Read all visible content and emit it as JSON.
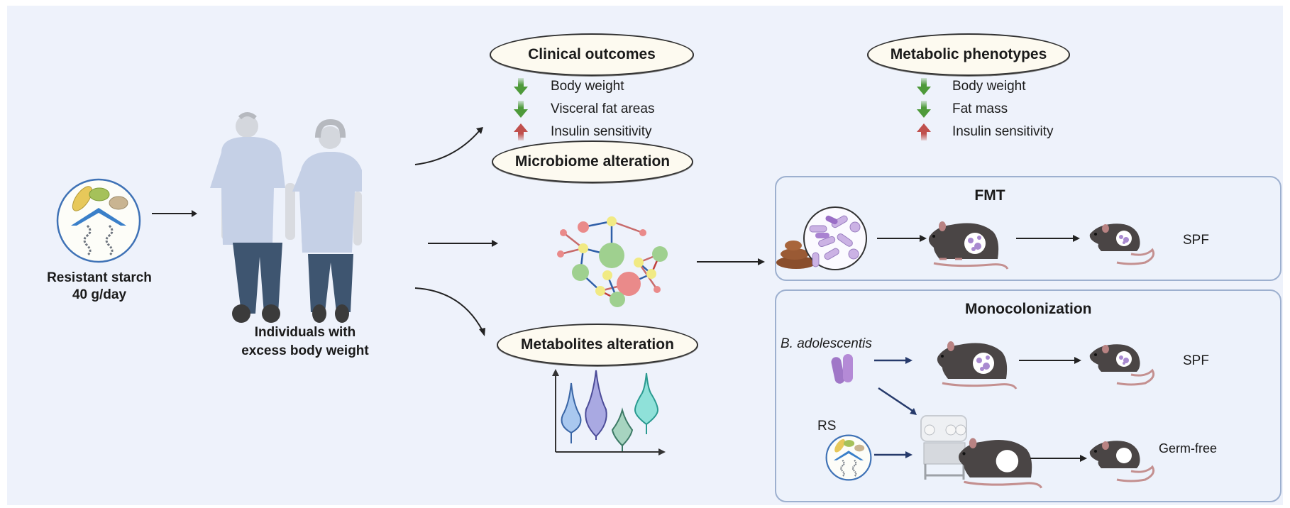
{
  "input": {
    "title_line1": "Resistant starch",
    "title_line2": "40 g/day",
    "icon": "resistant-starch-icon"
  },
  "subjects": {
    "label_line1": "Individuals with",
    "label_line2": "excess body weight",
    "icon": "overweight-people-icon"
  },
  "clinical_outcomes": {
    "title": "Clinical outcomes",
    "items": [
      {
        "label": "Body weight",
        "direction": "down"
      },
      {
        "label": "Visceral fat areas",
        "direction": "down"
      },
      {
        "label": "Insulin sensitivity",
        "direction": "up"
      }
    ]
  },
  "microbiome": {
    "title": "Microbiome alteration",
    "icon": "network-icon"
  },
  "metabolites": {
    "title": "Metabolites alteration",
    "icon": "violin-plot-icon"
  },
  "metabolic_phenotypes": {
    "title": "Metabolic phenotypes",
    "items": [
      {
        "label": "Body weight",
        "direction": "down"
      },
      {
        "label": "Fat mass",
        "direction": "down"
      },
      {
        "label": "Insulin sensitivity",
        "direction": "up"
      }
    ]
  },
  "fmt_panel": {
    "title": "FMT",
    "end_label": "SPF"
  },
  "mono_panel": {
    "title": "Monocolonization",
    "bacterium": "B. adolescentis",
    "rs_label": "RS",
    "row1_end_label": "SPF",
    "row2_end_label": "Germ-free"
  },
  "colors": {
    "background": "#eef2fb",
    "down_arrow": "#4e9a3a",
    "up_arrow": "#c0504d",
    "ellipse_fill": "#fdfaf0",
    "panel_border": "#9db0cf",
    "mouse": "#4a4545",
    "shirt": "#c5d0e6",
    "pants": "#3e5570"
  }
}
